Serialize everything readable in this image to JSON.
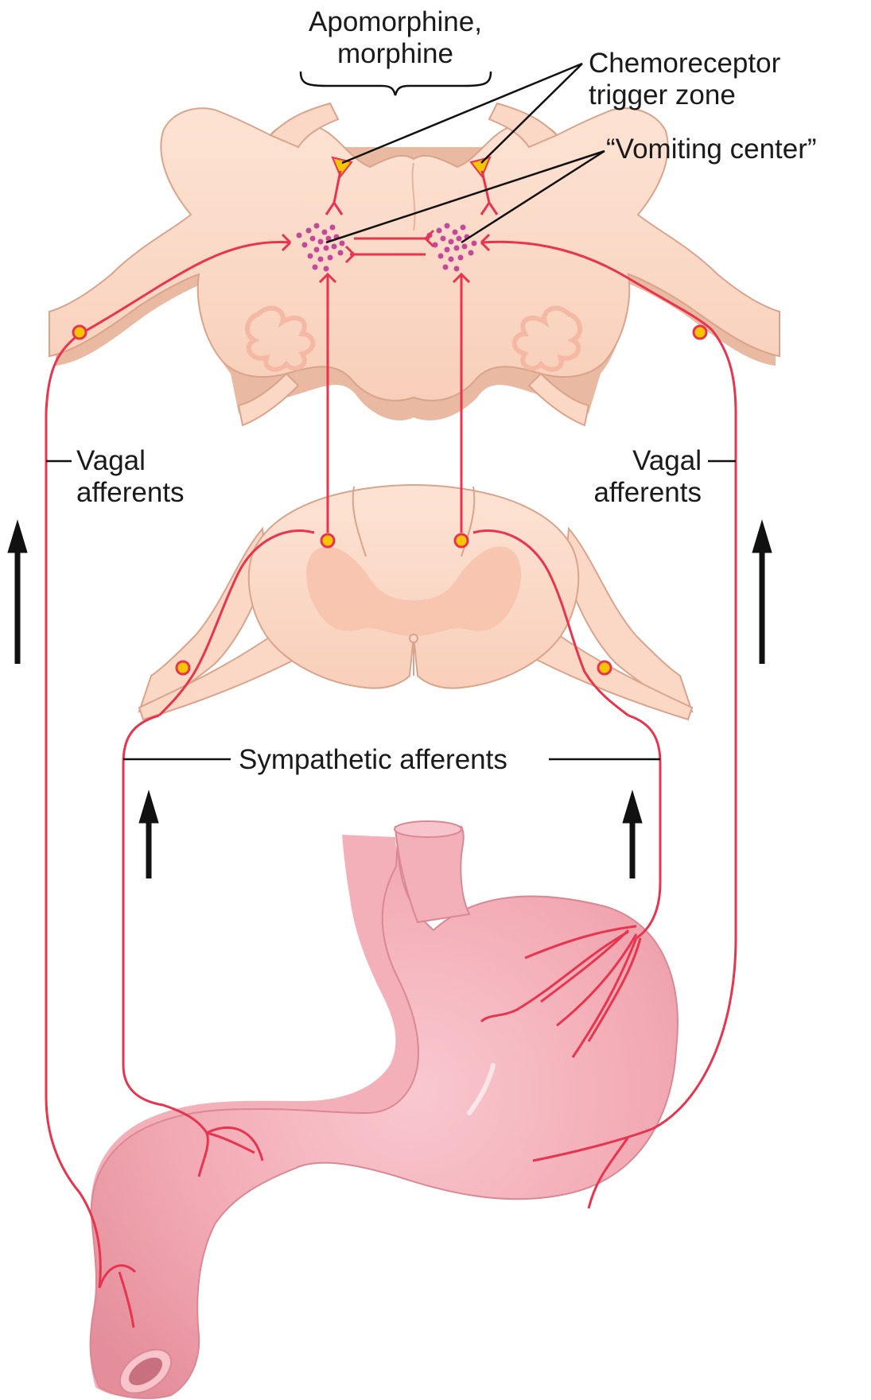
{
  "labels": {
    "drug_line1": "Apomorphine,",
    "drug_line2": "morphine",
    "ctz_line1": "Chemoreceptor",
    "ctz_line2": "trigger zone",
    "vomiting_center": "“Vomiting center”",
    "vagal_left_line1": "Vagal",
    "vagal_left_line2": "afferents",
    "vagal_right_line1": "Vagal",
    "vagal_right_line2": "afferents",
    "sympathetic": "Sympathetic afferents"
  },
  "colors": {
    "brain_fill": "#fbd8c6",
    "brain_stroke": "#d9a48c",
    "brain_shadow": "#e8b49c",
    "nerve": "#e8344e",
    "ganglion": "#f7c400",
    "ctz_fill": "#f7c400",
    "nucleus_dots": "#c4489a",
    "stomach_fill": "#f3aab4",
    "stomach_stroke": "#d98894",
    "arrow": "#111111",
    "leader_line": "#111111"
  }
}
